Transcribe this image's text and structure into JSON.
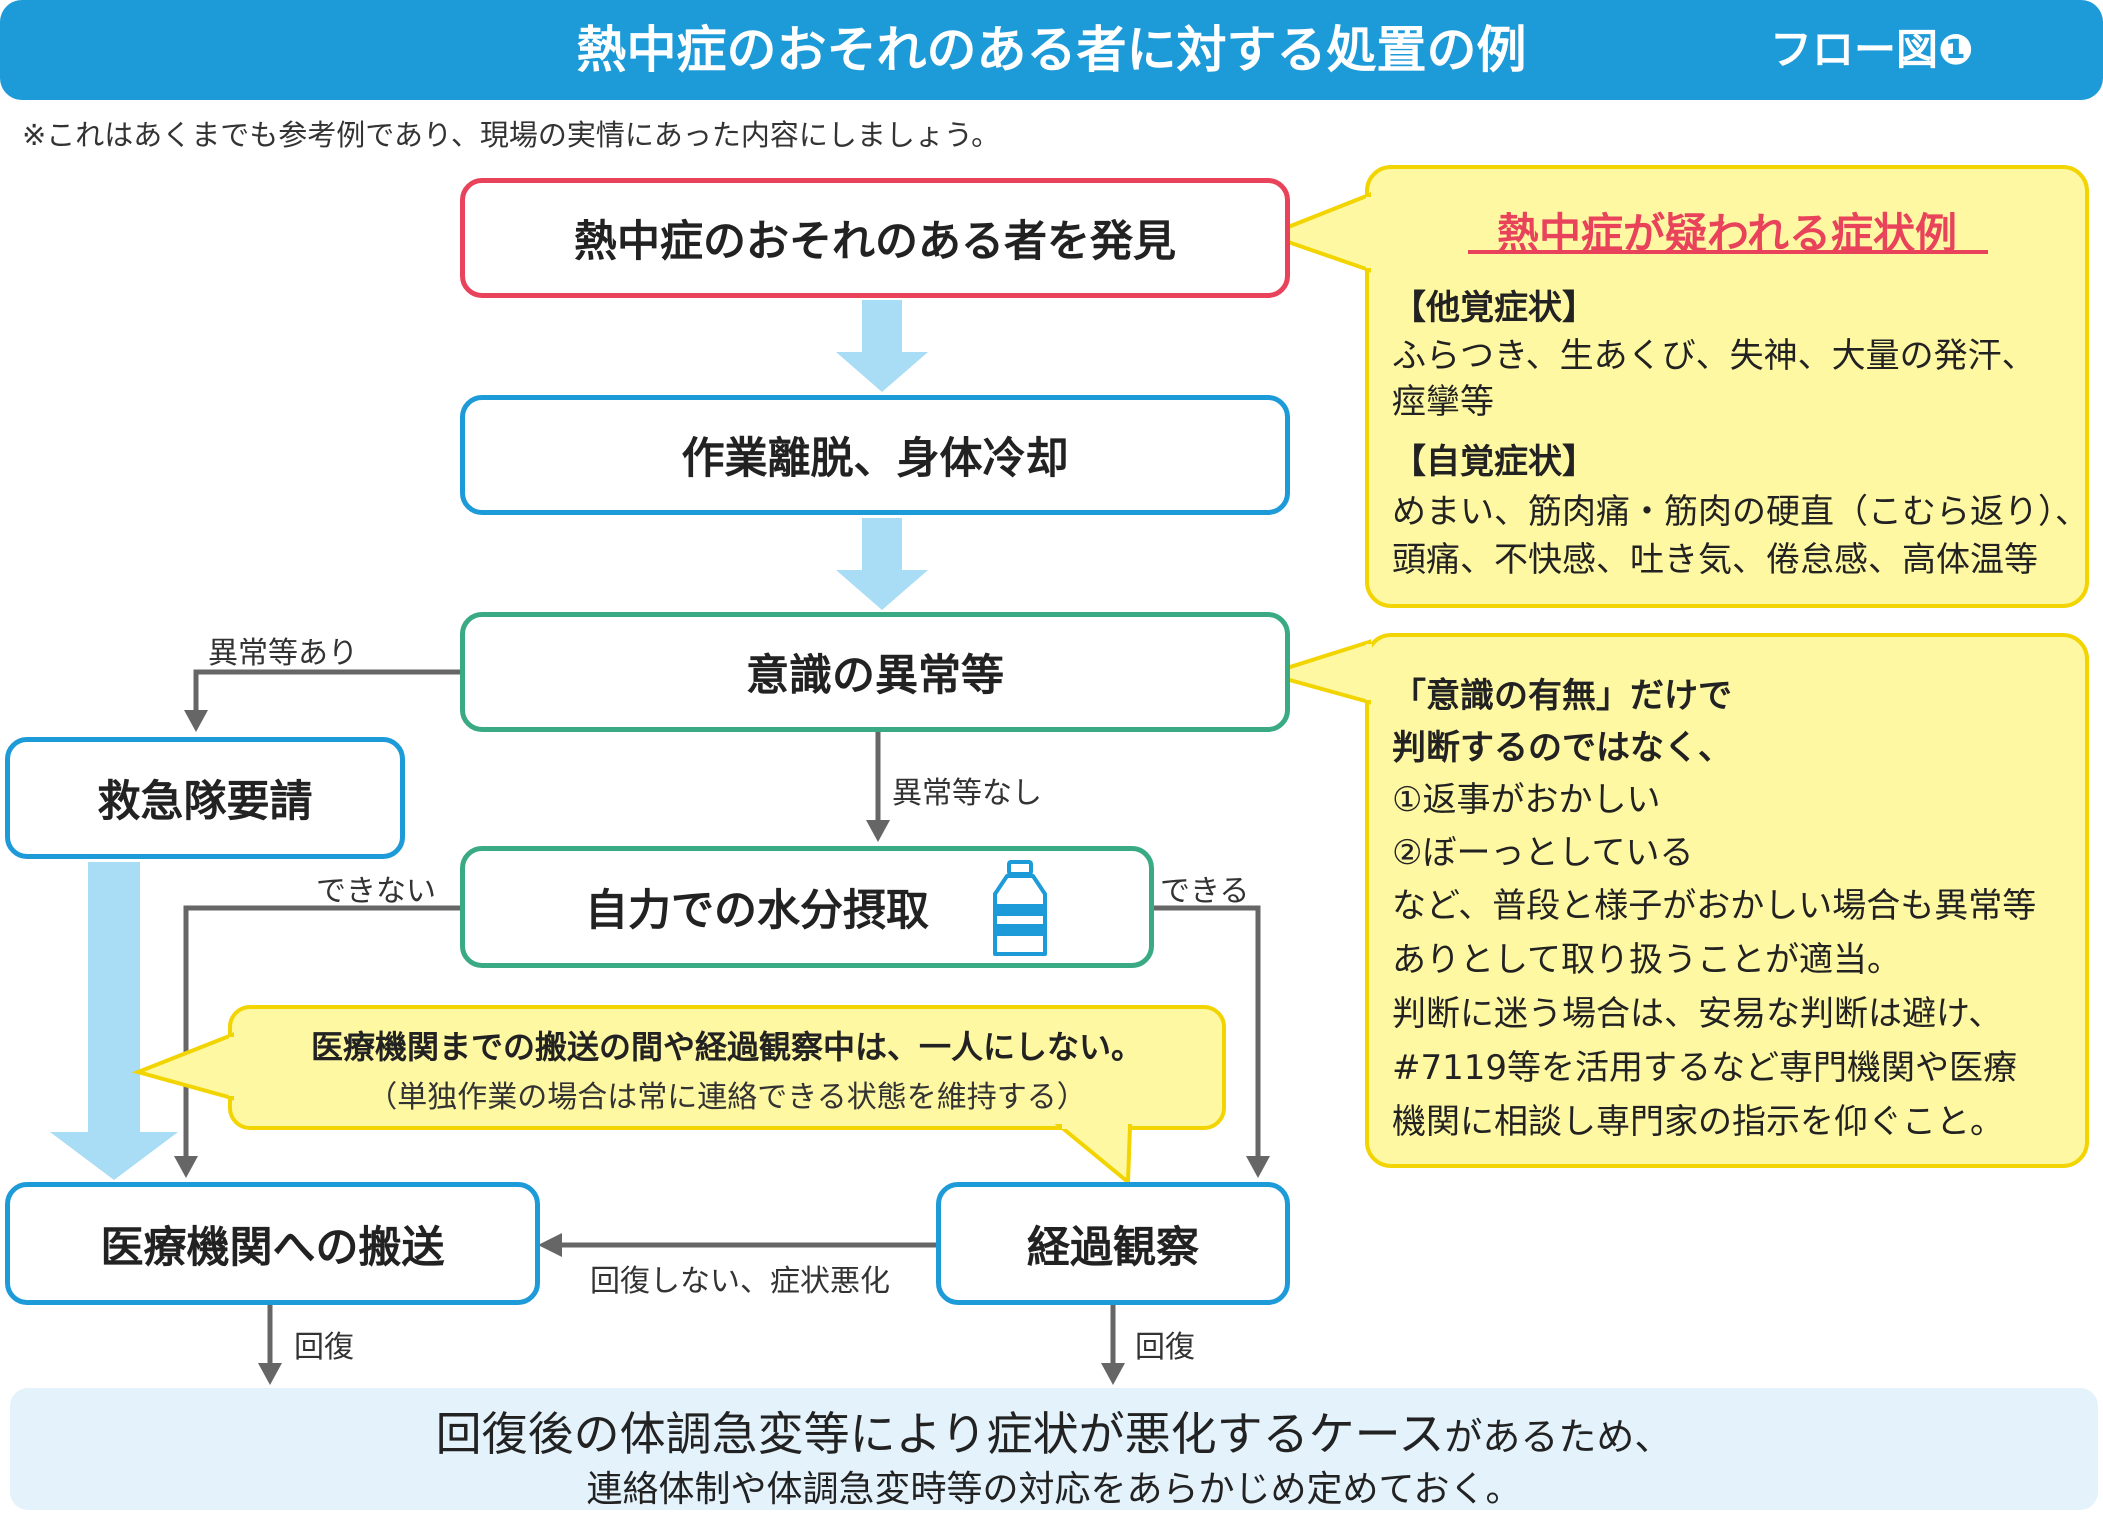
{
  "header": {
    "title": "熱中症のおそれのある者に対する処置の例",
    "badge": "フロー図❶"
  },
  "note": "※これはあくまでも参考例であり、現場の実情にあった内容にしましょう。",
  "nodes": {
    "discover": "熱中症のおそれのある者を発見",
    "cool": "作業離脱、身体冷却",
    "consciousness": "意識の異常等",
    "ambulance": "救急隊要請",
    "hydration": "自力での水分摂取",
    "transport": "医療機関への搬送",
    "observe": "経過観察"
  },
  "edges": {
    "abnormal_yes": "異常等あり",
    "abnormal_no": "異常等なし",
    "cannot": "できない",
    "can": "できる",
    "not_recovered": "回復しない、症状悪化",
    "recovered_left": "回復",
    "recovered_right": "回復"
  },
  "callout_alone": {
    "main": "医療機関までの搬送の間や経過観察中は、一人にしない。",
    "sub": "（単独作業の場合は常に連絡できる状態を維持する）"
  },
  "symptoms": {
    "title": "熱中症が疑われる症状例",
    "objective_head": "【他覚症状】",
    "objective_line1": "ふらつき、生あくび、失神、大量の発汗、",
    "objective_line2": "痙攣等",
    "subjective_head": "【自覚症状】",
    "subjective_line1": "めまい、筋肉痛・筋肉の硬直（こむら返り）、",
    "subjective_line2": "頭痛、不快感、吐き気、倦怠感、高体温等"
  },
  "judgement": {
    "line1": "「意識の有無」だけで",
    "line2": "判断するのではなく、",
    "line3": "①返事がおかしい",
    "line4": "②ぼーっとしている",
    "line5": "など、普段と様子がおかしい場合も異常等",
    "line6": "ありとして取り扱うことが適当。",
    "line7": "判断に迷う場合は、安易な判断は避け、",
    "line8": "#7119等を活用するなど専門機関や医療",
    "line9": "機関に相談し専門家の指示を仰ぐこと。"
  },
  "bottom": {
    "main": "回復後の体調急変等により症状が悪化するケース",
    "main_small": "があるため、",
    "sub": "連絡体制や体調急変時等の対応をあらかじめ定めておく。"
  },
  "colors": {
    "header": "#1d9ad8",
    "red": "#e8435b",
    "blue": "#1d9ad8",
    "green": "#3aaa85",
    "yellow": "#fff8a3",
    "yellow_border": "#f1d400",
    "light_arrow": "#a9dcf5",
    "grey_arrow": "#666666"
  },
  "icons": {
    "bottle": "water-bottle-icon"
  }
}
